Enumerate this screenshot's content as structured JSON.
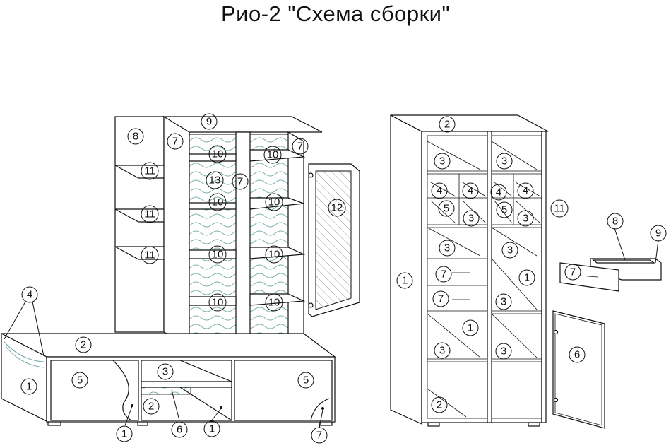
{
  "title": "Рио-2 \"Схема сборки\"",
  "callouts": [
    "1",
    "2",
    "3",
    "4",
    "5",
    "6",
    "7",
    "8",
    "9",
    "10",
    "11",
    "12",
    "13"
  ]
}
